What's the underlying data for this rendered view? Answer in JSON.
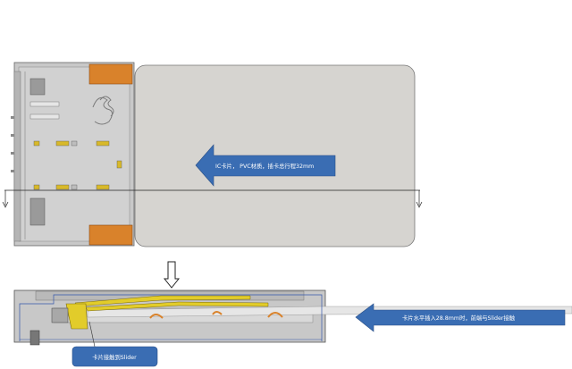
{
  "page_header": "",
  "top_view": {
    "card_arrow_text": "IC卡片， PVC材质，插卡总行程32mm"
  },
  "cross_section": {
    "insertion_arrow_text": "卡片水平插入28.8mm时，前端与Slider接触",
    "contact_callout_text": "卡片接触到Slider"
  },
  "colors": {
    "arrow_fill": "#3a6db3",
    "connector_gray": "#c8c8c8",
    "ic_card": "#d6d4d0",
    "orange_terminal": "#d9822b",
    "yellow_contact": "#e2cc2a"
  }
}
